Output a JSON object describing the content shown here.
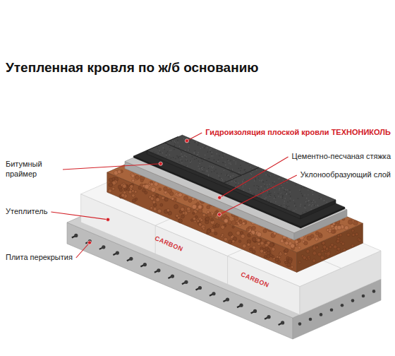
{
  "diagram": {
    "title": "Утепленная кровля по ж/б основанию",
    "labels": [
      "Гидроизоляция плоской кровли ТЕХНОНИКОЛЬ",
      "Цементно-песчаная стяжка",
      "Битумный праймер",
      "Уклонообразующий слой",
      "Утеплитель",
      "Плита перекрытия",
      "CARBON",
      "CARBON"
    ]
  }
}
